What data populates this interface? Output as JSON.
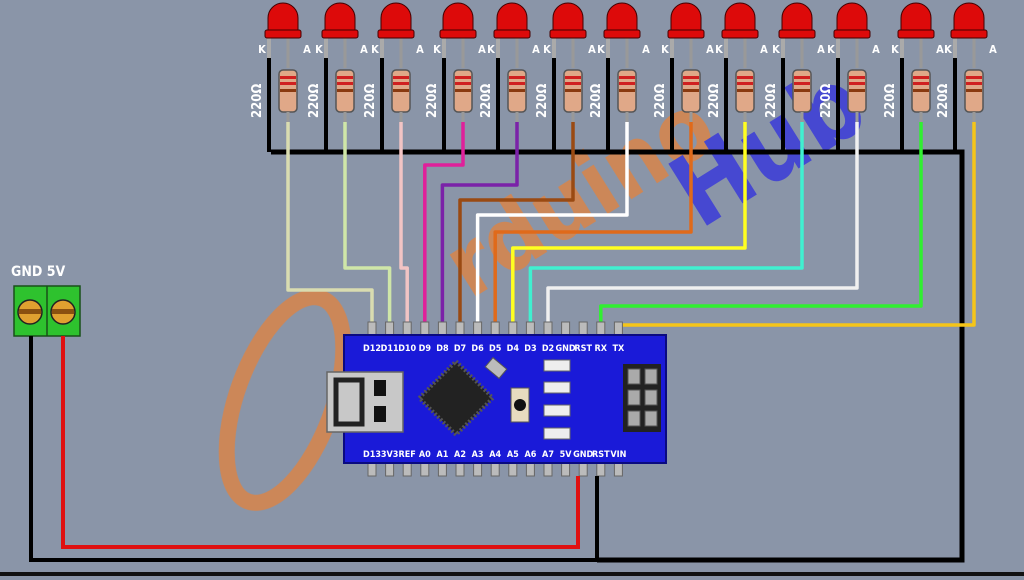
{
  "title": "Arduino Nano 13 LED wiring diagram",
  "power_label": "GND 5V",
  "resistor_value": "220Ω",
  "led_pin_labels": {
    "cathode": "K",
    "anode": "A"
  },
  "watermark": "ArduinoHub",
  "leds": [
    {
      "pin": "D12",
      "wire": "#d9dcb0"
    },
    {
      "pin": "D11",
      "wire": "#cfe6a8"
    },
    {
      "pin": "D10",
      "wire": "#f2c4c4"
    },
    {
      "pin": "D9",
      "wire": "#e0209a"
    },
    {
      "pin": "D8",
      "wire": "#7b22a8"
    },
    {
      "pin": "D7",
      "wire": "#9a4a12"
    },
    {
      "pin": "D6",
      "wire": "#ffffff"
    },
    {
      "pin": "D5",
      "wire": "#e06a1a"
    },
    {
      "pin": "D4",
      "wire": "#ffff20"
    },
    {
      "pin": "D3",
      "wire": "#40f0d0"
    },
    {
      "pin": "D2",
      "wire": "#f0f0f0"
    },
    {
      "pin": "RX",
      "wire": "#30f030"
    },
    {
      "pin": "TX",
      "wire": "#f5c518"
    }
  ],
  "board": {
    "top_pins": [
      "D12",
      "D11",
      "D10",
      "D9",
      "D8",
      "D7",
      "D6",
      "D5",
      "D4",
      "D3",
      "D2",
      "GND",
      "RST",
      "RX",
      "TX"
    ],
    "bottom_pins": [
      "D13",
      "3V3",
      "REF",
      "A0",
      "A1",
      "A2",
      "A3",
      "A4",
      "A5",
      "A6",
      "A7",
      "5V",
      "GND",
      "RST",
      "VIN"
    ],
    "color": "#1a1ad8"
  },
  "colors": {
    "background": "#8a95a8",
    "gnd_wire": "#000000",
    "vcc_wire": "#e01010",
    "led": "#dd0a0a",
    "terminal": "#2ec22e"
  }
}
